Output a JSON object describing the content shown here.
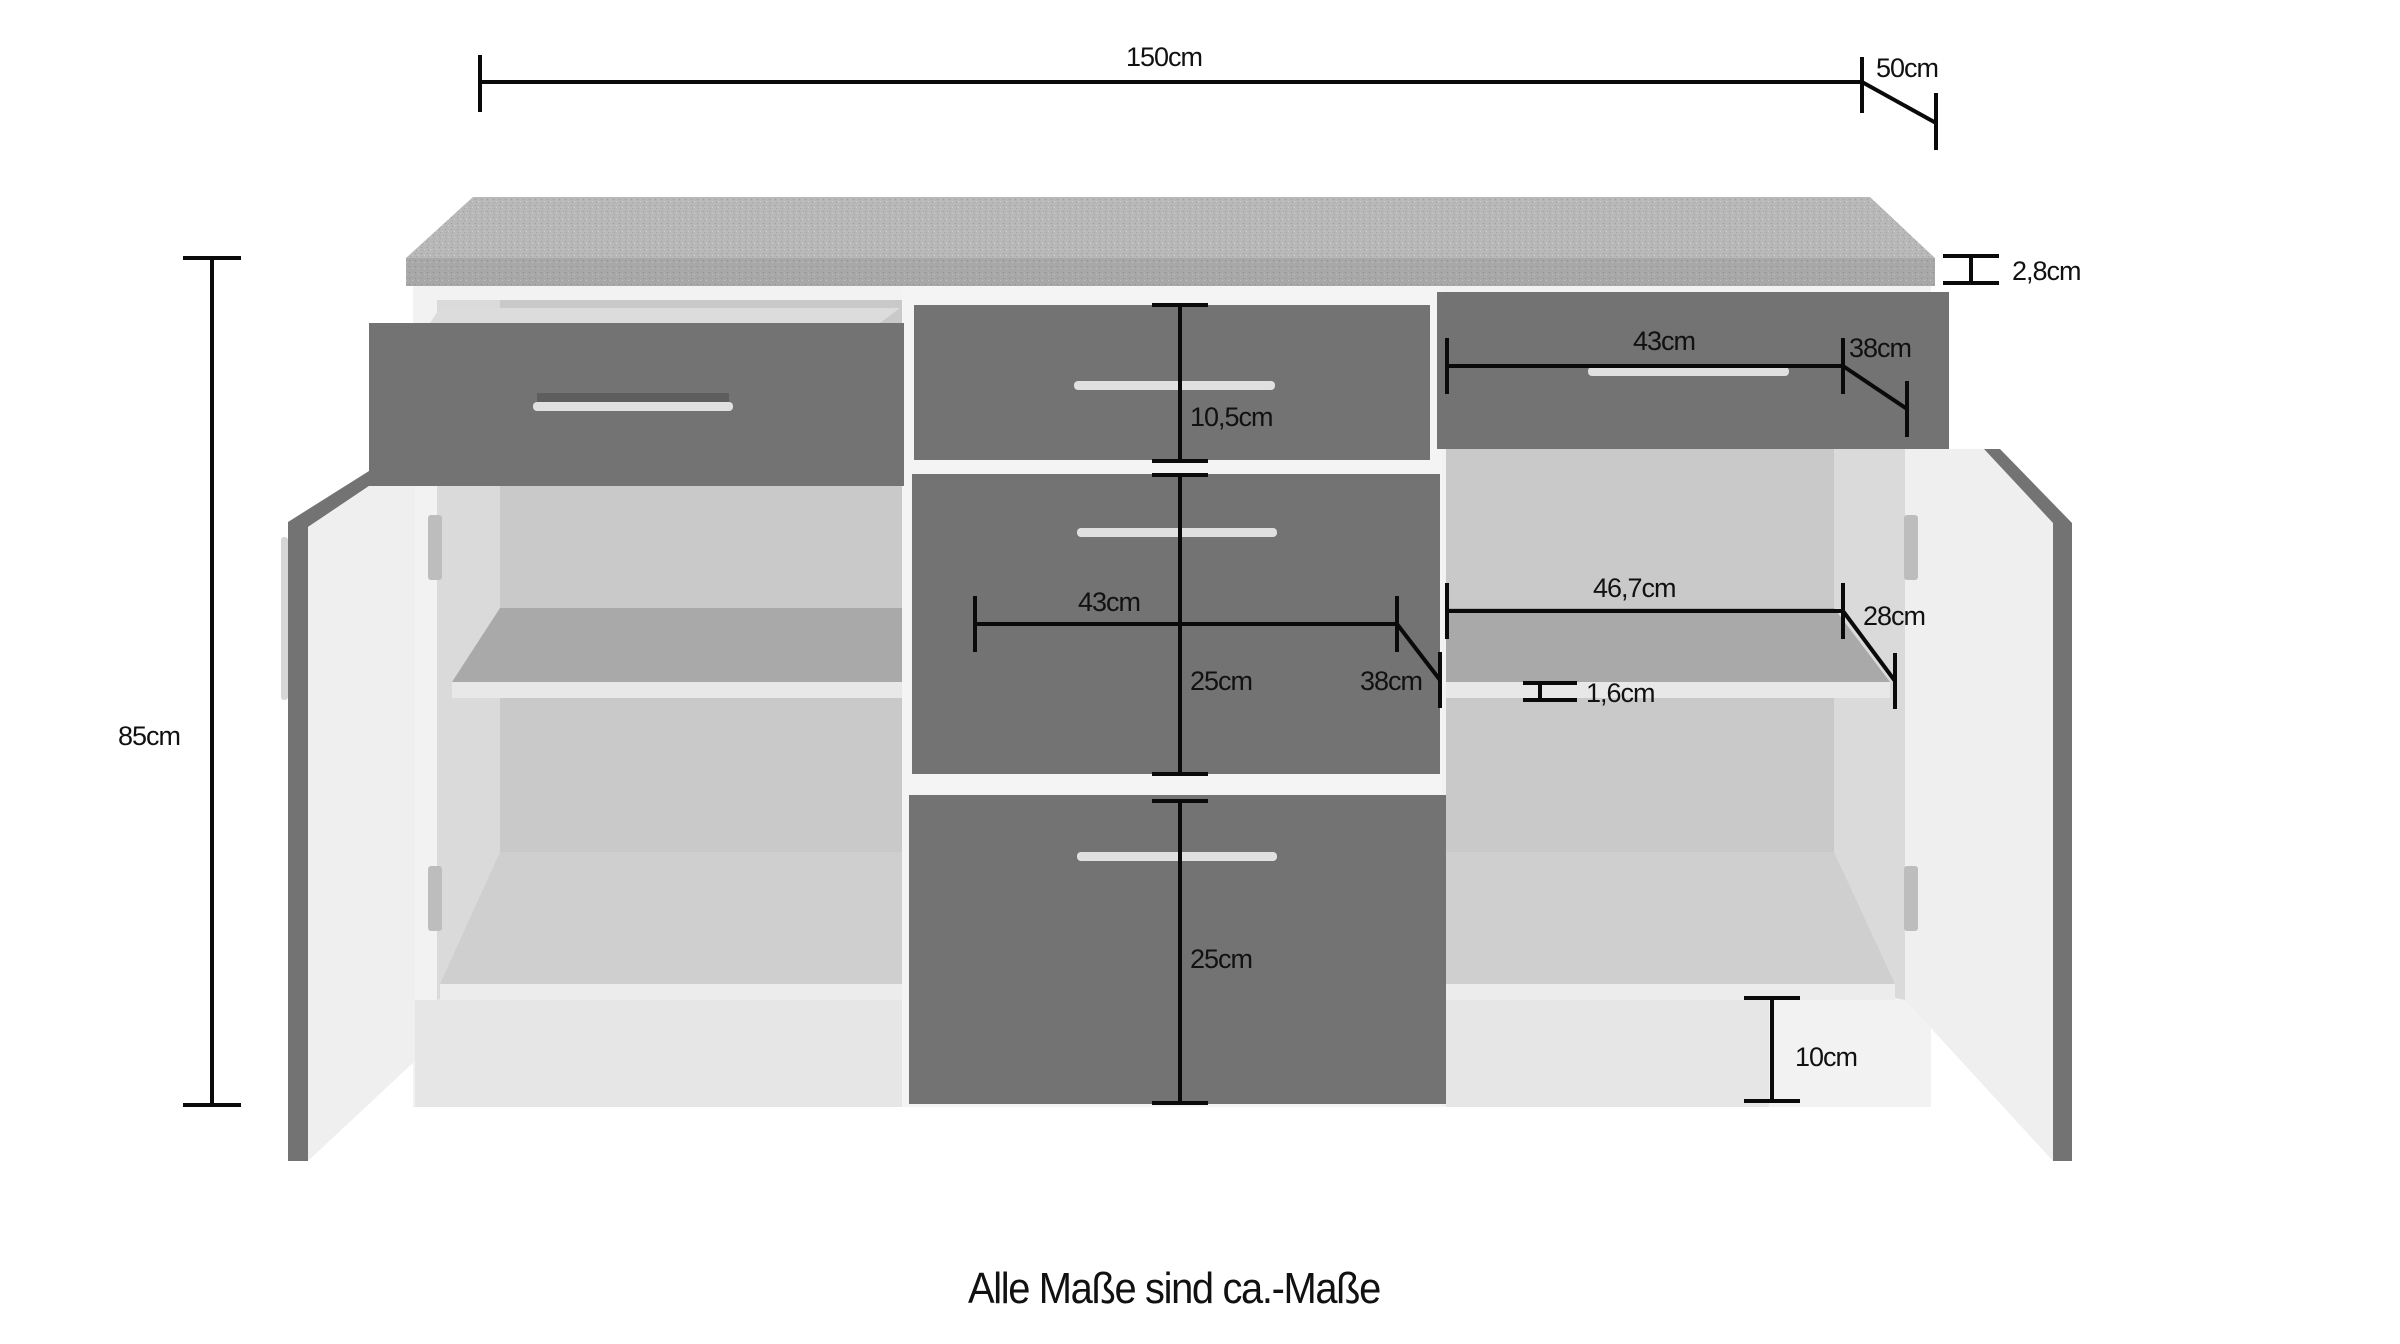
{
  "caption": "Alle Maße sind ca.-Maße",
  "colors": {
    "background": "#ffffff",
    "countertop_top": "#b9b9b9",
    "countertop_front": "#a9a9a9",
    "carcass": "#f2f2f2",
    "back_wall": "#c9c9c9",
    "side_wall": "#dadada",
    "shelf_top": "#a9a9a9",
    "shelf_front": "#e8e8e8",
    "front_panel": "#737373",
    "door_inner": "#eeeeee",
    "handle": "#e0e0e0",
    "dimension_line": "#0a0a0a"
  },
  "dimensions": {
    "total_width": "150cm",
    "depth": "50cm",
    "height": "85cm",
    "worktop_thickness": "2,8cm",
    "top_drawer_height": "10,5cm",
    "drawer_inner_width_mid": "43cm",
    "drawer_inner_depth_mid": "38cm",
    "middle_drawer_height": "25cm",
    "bottom_drawer_height": "25cm",
    "drawer_inner_width_right": "43cm",
    "drawer_inner_depth_right": "38cm",
    "shelf_width": "46,7cm",
    "shelf_depth": "28cm",
    "shelf_thickness": "1,6cm",
    "plinth_height": "10cm"
  },
  "cabinet": {
    "columns": [
      "left door compartment with open drawer",
      "center three-drawer column",
      "right door compartment with drawer"
    ],
    "drawers": 5,
    "doors": 2,
    "shelves": 4
  }
}
